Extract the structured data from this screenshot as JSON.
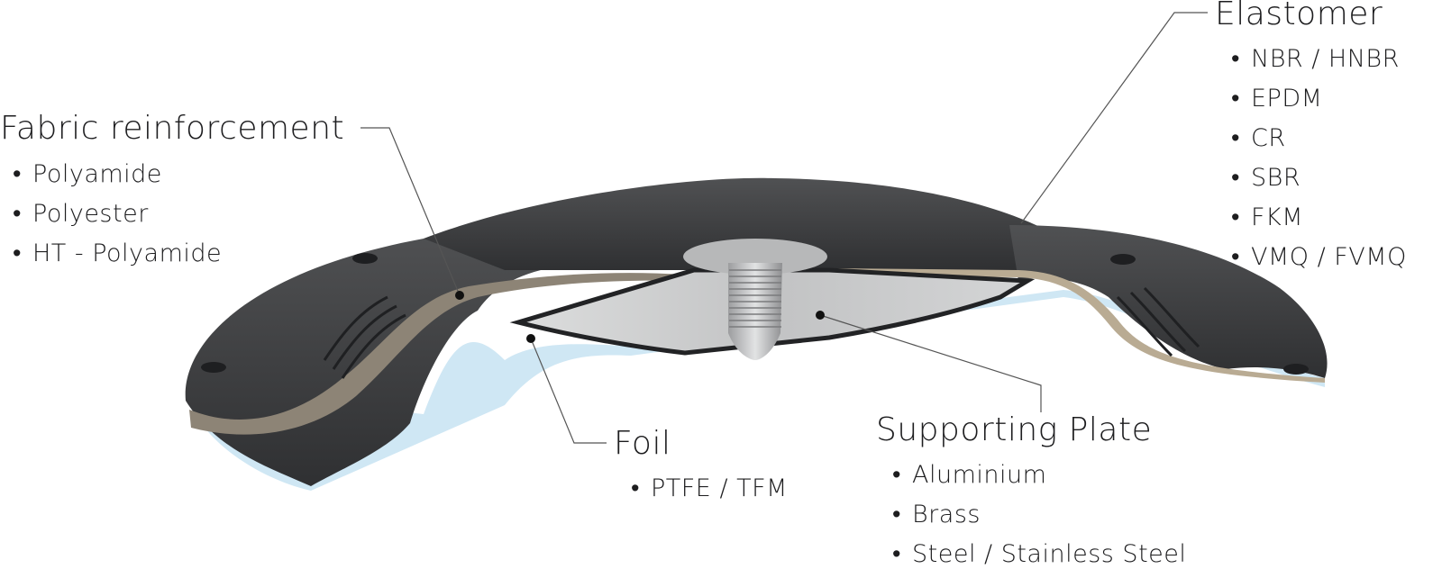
{
  "callouts": {
    "fabric": {
      "title": "Fabric reinforcement",
      "items": [
        "Polyamide",
        "Polyester",
        "HT - Polyamide"
      ]
    },
    "elastomer": {
      "title": "Elastomer",
      "items": [
        "NBR / HNBR",
        "EPDM",
        "CR",
        "SBR",
        "FKM",
        "VMQ / FVMQ"
      ]
    },
    "foil": {
      "title": "Foil",
      "items": [
        "PTFE / TFM"
      ]
    },
    "plate": {
      "title": "Supporting Plate",
      "items": [
        "Aluminium",
        "Brass",
        "Steel / Stainless Steel"
      ]
    }
  },
  "colors": {
    "rubber": "#3a3b3d",
    "rubber_edge": "#222325",
    "fabric": "#8d8476",
    "foil": "#cfe7f4",
    "plate": "#c9cacb",
    "leader": "#555555"
  }
}
